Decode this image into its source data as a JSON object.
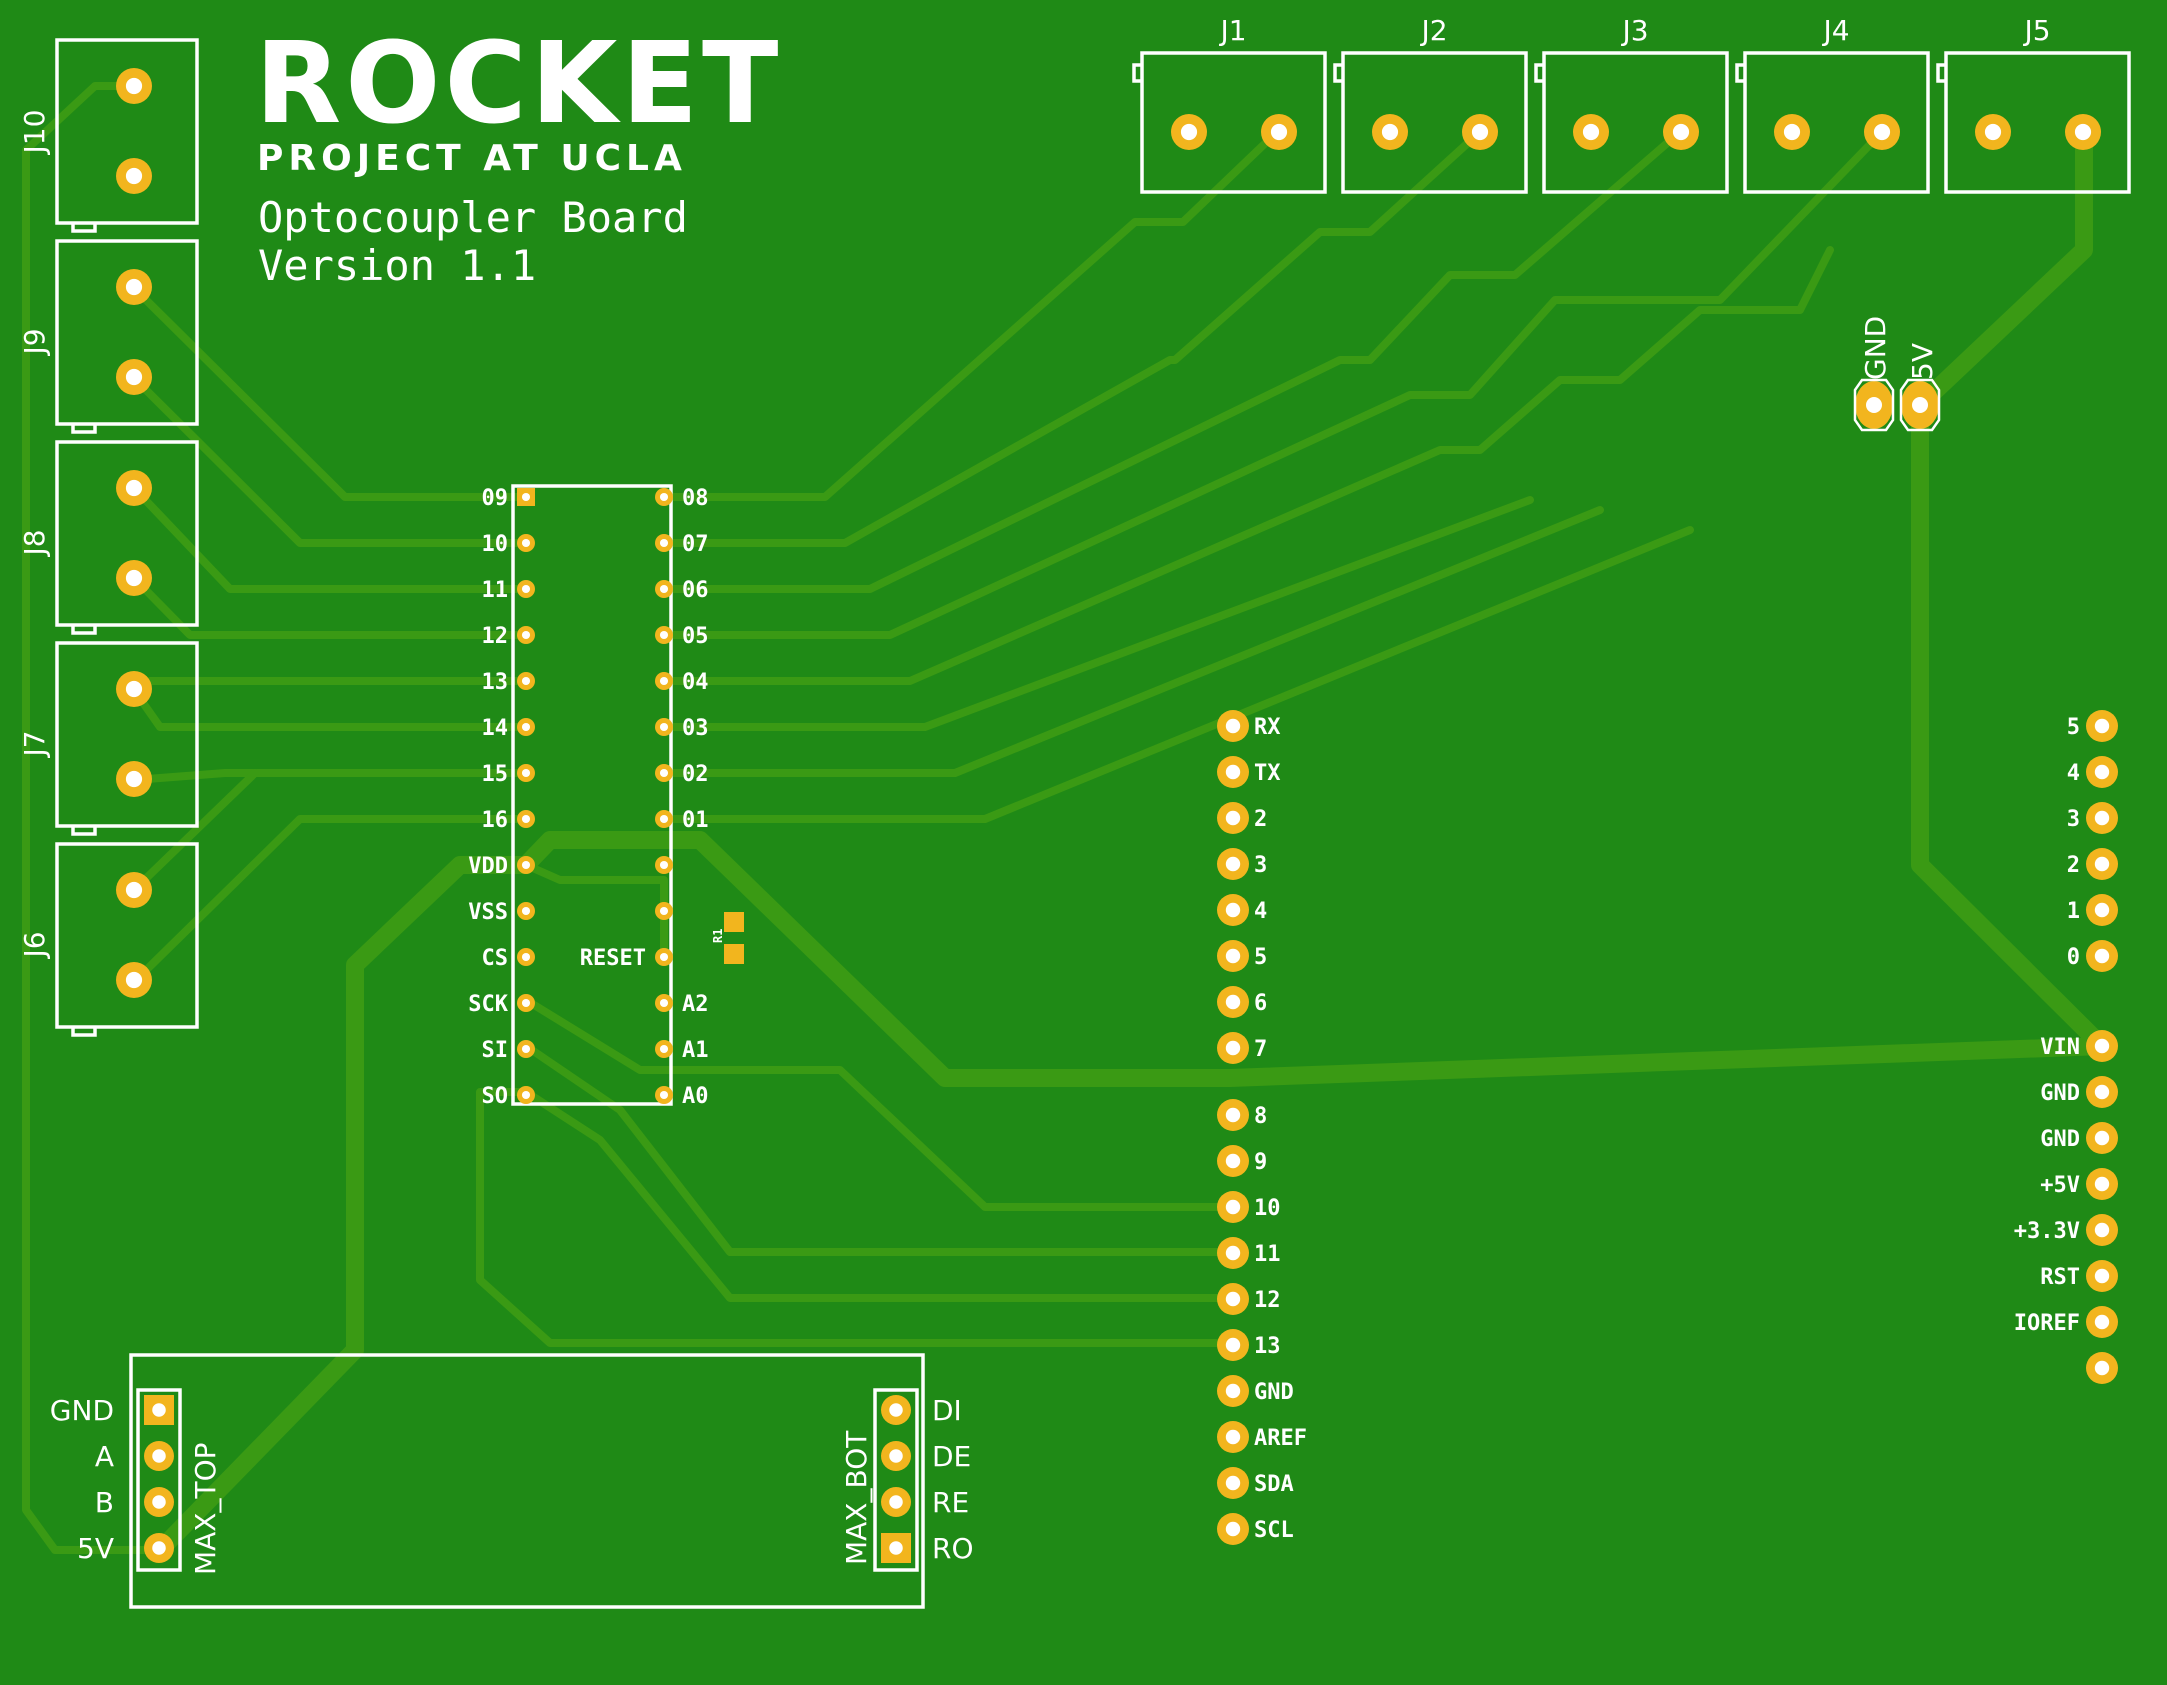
{
  "logo": {
    "name": "ROCKET",
    "subtitle": "PROJECT AT UCLA"
  },
  "board": {
    "title": "Optocoupler Board",
    "version": "Version 1.1"
  },
  "top_connectors": [
    "J1",
    "J2",
    "J3",
    "J4",
    "J5"
  ],
  "left_connectors": [
    "J10",
    "J9",
    "J8",
    "J7",
    "J6"
  ],
  "power_header": {
    "gnd": "GND",
    "v5": "5V"
  },
  "chip": {
    "left_pins": [
      "09",
      "10",
      "11",
      "12",
      "13",
      "14",
      "15",
      "16",
      "VDD",
      "VSS",
      "CS",
      "SCK",
      "SI",
      "SO"
    ],
    "right_pins": [
      "08",
      "07",
      "06",
      "05",
      "04",
      "03",
      "02",
      "01",
      "",
      "",
      "RESET",
      "A2",
      "A1",
      "A0"
    ],
    "resistor_label": "R1"
  },
  "arduino_left": [
    "RX",
    "TX",
    "2",
    "3",
    "4",
    "5",
    "6",
    "7",
    "8",
    "9",
    "10",
    "11",
    "12",
    "13",
    "GND",
    "AREF",
    "SDA",
    "SCL"
  ],
  "arduino_right": [
    "5",
    "4",
    "3",
    "2",
    "1",
    "0",
    "VIN",
    "GND",
    "GND",
    "+5V",
    "+3.3V",
    "RST",
    "IOREF",
    ""
  ],
  "max_top": {
    "name": "MAX_TOP",
    "pins": [
      "GND",
      "A",
      "B",
      "5V"
    ]
  },
  "max_bot": {
    "name": "MAX_BOT",
    "pins": [
      "DI",
      "DE",
      "RE",
      "RO"
    ]
  },
  "colors": {
    "board": "#1f8a16",
    "trace": "#3a9a14",
    "pad": "#f2b51e",
    "silkscreen": "#ffffff"
  }
}
